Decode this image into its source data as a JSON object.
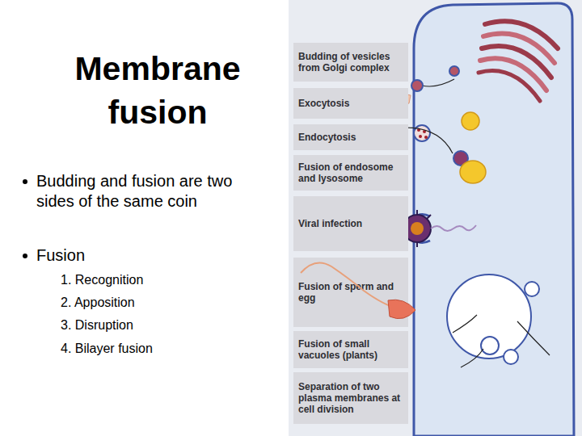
{
  "diagram": {
    "title": "Membrane fusion",
    "nodes": [
      {
        "text": [
          "Budding of vesicles from Golgi complex"
        ]
      },
      {
        "text": [
          "Exocytosis"
        ]
      },
      {
        "text": [
          "Endocytosis"
        ]
      },
      {
        "text": [
          "Fusion of endosome and lysosome"
        ]
      },
      {
        "text": [
          "Viral infection"
        ]
      },
      {
        "text": [
          "Fusion of sperm and egg"
        ]
      },
      {
        "text": [
          "Fusion of small vacuoles (plants)"
        ]
      },
      {
        "text": [
          "Separation of two plasma membranes at cell division"
        ]
      }
    ],
    "labels": [
      "Budding and fusion are two sides of the same coin",
      "Fusion",
      "1. Recognition",
      "2. Apposition",
      "3. Disruption",
      "4. Bilayer fusion"
    ]
  }
}
